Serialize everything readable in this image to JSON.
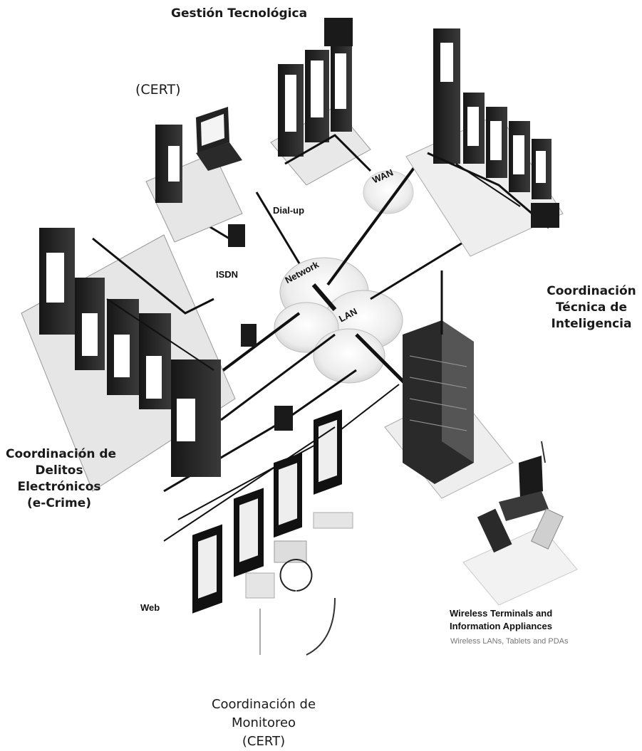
{
  "labels": {
    "gestion": "Gestión Tecnológica",
    "cert_top": "(CERT)",
    "tecnica": [
      "Coordinación",
      "Técnica de",
      "Inteligencia"
    ],
    "delitos": [
      "Coordinación de",
      "Delitos",
      "Electrónicos",
      "(e-Crime)"
    ],
    "monitoreo": [
      "Coordinación de",
      "Monitoreo",
      "(CERT)"
    ]
  },
  "network_labels": {
    "dialup": "Dial-up",
    "isdn": "ISDN",
    "network": "Network",
    "wan": "WAN",
    "lan": "LAN",
    "web": "Web",
    "wireless_title": [
      "Wireless Terminals and",
      "Information Appliances"
    ],
    "wireless_sub": "Wireless LANs, Tablets and PDAs"
  }
}
